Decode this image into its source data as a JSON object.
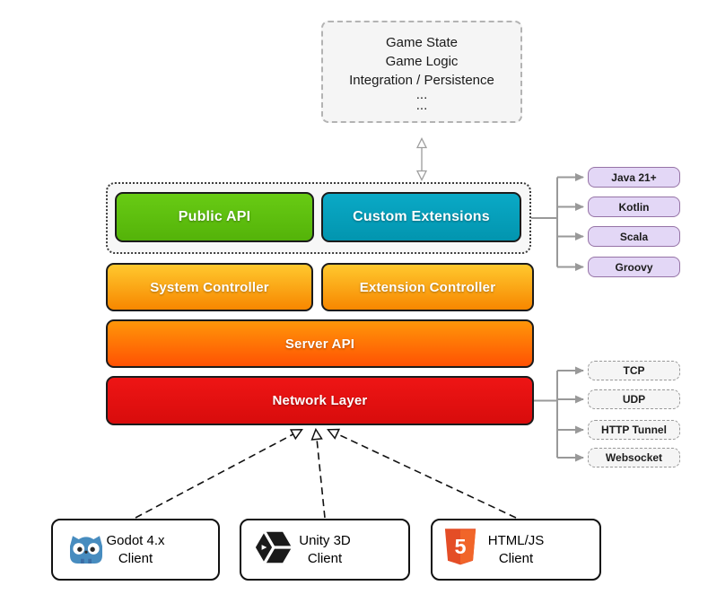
{
  "top_box": {
    "lines": [
      "Game State",
      "Game Logic",
      "Integration / Persistence",
      "...",
      "..."
    ]
  },
  "api_row": {
    "public_api": "Public API",
    "custom_extensions": "Custom Extensions"
  },
  "languages": [
    "Java 21+",
    "Kotlin",
    "Scala",
    "Groovy"
  ],
  "controllers": {
    "system": "System Controller",
    "extension": "Extension Controller"
  },
  "server_api": "Server API",
  "network_layer": "Network Layer",
  "transports": [
    "TCP",
    "UDP",
    "HTTP Tunnel",
    "Websocket"
  ],
  "clients": [
    {
      "icon": "godot-icon",
      "line1": "Godot 4.x",
      "line2": "Client"
    },
    {
      "icon": "unity-icon",
      "line1": "Unity 3D",
      "line2": "Client"
    },
    {
      "icon": "html5-icon",
      "line1": "HTML/JS",
      "line2": "Client"
    }
  ],
  "colors": {
    "public_api_green": "#5fc40e",
    "custom_extensions_teal": "#02a0ba",
    "controller_orange_top": "#ffc82e",
    "controller_orange_bottom": "#f78700",
    "server_orange_top": "#ff9609",
    "server_orange_bottom": "#ff5203",
    "network_red": "#e51212",
    "language_fill": "#e3d7f6",
    "language_border": "#9673a6",
    "transport_fill": "#f5f5f5",
    "connector_gray": "#999999",
    "godot_blue": "#478cbf",
    "html5_orange": "#e44d26"
  }
}
